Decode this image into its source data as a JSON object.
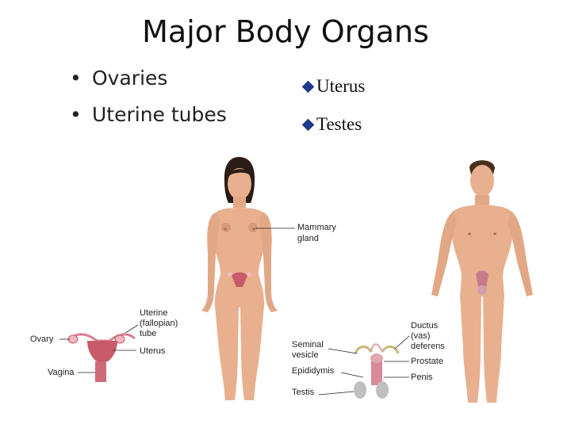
{
  "title": "Major Body Organs",
  "left_list": [
    {
      "bullet": "•",
      "text": "Ovaries"
    },
    {
      "bullet": "•",
      "text": "Uterine tubes"
    }
  ],
  "right_list": [
    {
      "text": "Uterus"
    },
    {
      "text": "Testes"
    }
  ],
  "female_labels": {
    "mammary": [
      "Mammary",
      "gland"
    ],
    "uterine_tube": [
      "Uterine",
      "(fallopian)",
      "tube"
    ],
    "ovary": "Ovary",
    "uterus": "Uterus",
    "vagina": "Vagina"
  },
  "male_labels": {
    "seminal": [
      "Seminal",
      "vesicle"
    ],
    "epididymis": "Epididymis",
    "testis": "Testis",
    "ductus": [
      "Ductus",
      "(vas)",
      "deferens"
    ],
    "prostate": "Prostate",
    "penis": "Penis"
  },
  "colors": {
    "skin": "#e8b08e",
    "skin_shade": "#d69a78",
    "hair_female": "#2b1d16",
    "hair_male": "#4a2f1c",
    "organ": "#c85a6a",
    "organ_light": "#f0b8c0",
    "bullet_diamond": "#1e3a8a"
  }
}
